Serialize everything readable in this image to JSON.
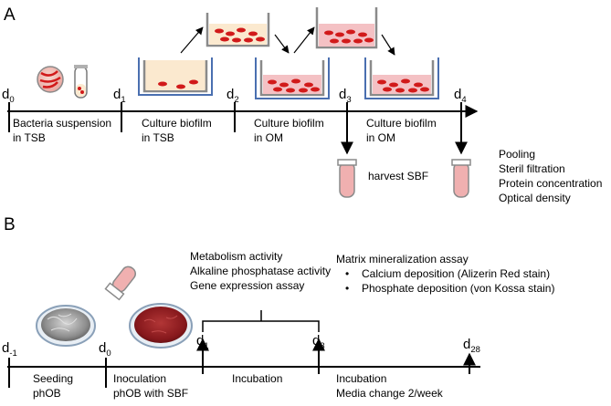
{
  "panel_a": {
    "letter": "A",
    "days": [
      {
        "main": "d",
        "sub": "0"
      },
      {
        "main": "d",
        "sub": "1"
      },
      {
        "main": "d",
        "sub": "2"
      },
      {
        "main": "d",
        "sub": "3"
      },
      {
        "main": "d",
        "sub": "4"
      }
    ],
    "stages": [
      {
        "line1": "Bacteria suspension",
        "line2": "in TSB"
      },
      {
        "line1": "Culture biofilm",
        "line2": "in TSB"
      },
      {
        "line1": "Culture biofilm",
        "line2": "in OM"
      },
      {
        "line1": "Culture biofilm",
        "line2": "in OM"
      }
    ],
    "harvest": "harvest SBF",
    "processing": [
      "Pooling",
      "Steril filtration",
      "Protein concentration",
      "Optical density"
    ]
  },
  "panel_b": {
    "letter": "B",
    "days": [
      {
        "main": "d",
        "sub": "-1"
      },
      {
        "main": "d",
        "sub": "0"
      },
      {
        "main": "d",
        "sub": "1"
      },
      {
        "main": "d",
        "sub": "3"
      },
      {
        "main": "d",
        "sub": "28"
      }
    ],
    "stages": [
      {
        "line1": "Seeding",
        "line2": "phOB"
      },
      {
        "line1": "Inoculation",
        "line2": "phOB with SBF"
      },
      {
        "line1": "Incubation",
        "line2": ""
      },
      {
        "line1": "Incubation",
        "line2": "Media change 2/week"
      }
    ],
    "assays": [
      "Metabolism activity",
      "Alkaline phosphatase activity",
      "Gene expression assay"
    ],
    "mineral_title": "Matrix mineralization assay",
    "mineral_items": [
      "Calcium deposition (Alizerin Red stain)",
      "Phosphate deposition (von Kossa stain)"
    ],
    "bullet": "•"
  },
  "colors": {
    "timeline": "#000000",
    "well": "#8a8a8a",
    "well_rim": "#4a6fb0",
    "tsb_medium": "#fbe9cf",
    "om_medium": "#f4c1c4",
    "biofilm": "#d11a1a",
    "tube_fluid": "#f0b0b0",
    "dish_grey": "#9a9a9a",
    "dish_red": "#8f1f1f"
  }
}
